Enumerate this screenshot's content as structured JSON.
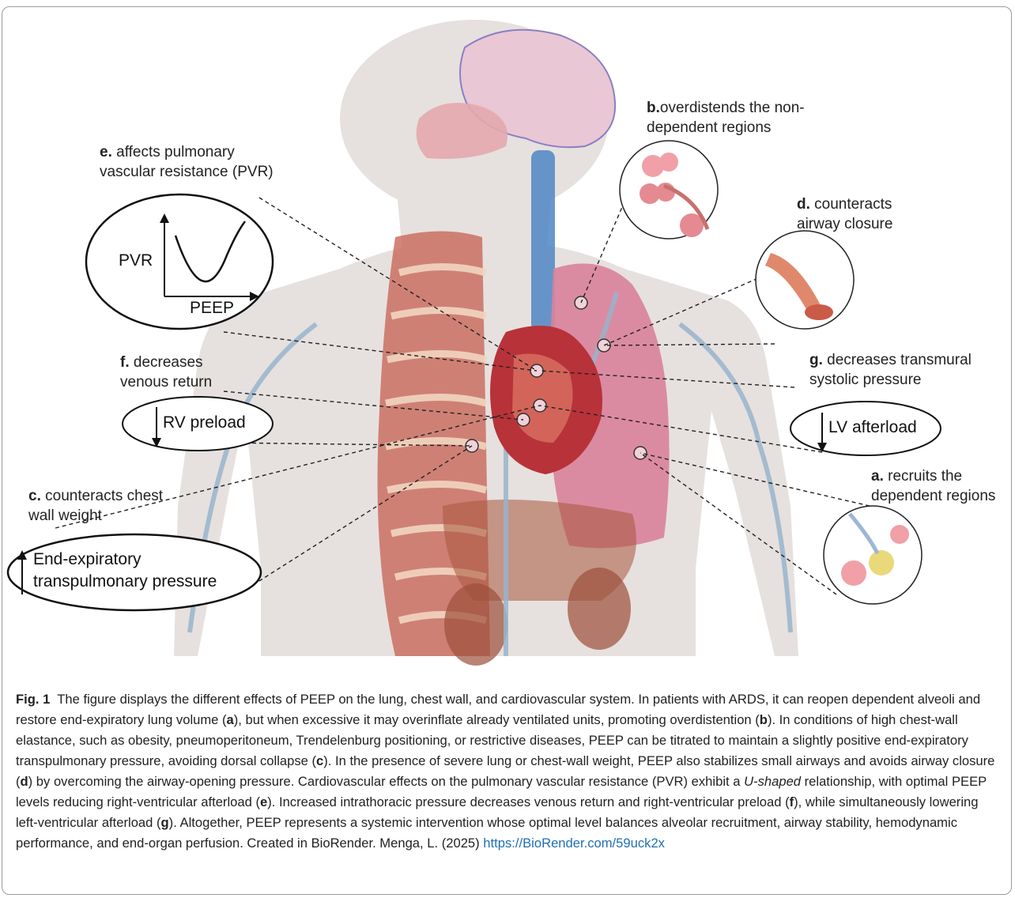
{
  "labels": {
    "e_letter": "e.",
    "e_text": "affects pulmonary",
    "e_text2": "vascular resistance (PVR)",
    "b_letter": "b.",
    "b_text": "overdistends the non-",
    "b_text2": "dependent regions",
    "d_letter": "d.",
    "d_text": "counteracts",
    "d_text2": "airway closure",
    "f_letter": "f.",
    "f_text": "decreases",
    "f_text2": "venous return",
    "g_letter": "g.",
    "g_text": "decreases transmural",
    "g_text2": "systolic pressure",
    "c_letter": "c.",
    "c_text": "counteracts chest",
    "c_text2": "wall weight",
    "a_letter": "a.",
    "a_text": "recruits the",
    "a_text2": "dependent regions"
  },
  "ovals": {
    "pvr_axis_y": "PVR",
    "pvr_axis_x": "PEEP",
    "rv": "RV preload",
    "lv": "LV afterload",
    "ee_line1": "End-expiratory",
    "ee_line2": "transpulmonary pressure"
  },
  "caption": {
    "fig": "Fig. 1",
    "p1": "The figure displays the different effects of PEEP on the lung, chest wall, and cardiovascular system. In patients with ARDS, it can reopen dependent alveoli and restore end-expiratory lung volume (",
    "ra": "a",
    "p2": "), but when excessive it may overinflate already ventilated units, promoting overdistention (",
    "rb": "b",
    "p3": "). In conditions of high chest-wall elastance, such as obesity, pneumoperitoneum, Trendelenburg positioning, or restrictive diseases, PEEP can be titrated to maintain a slightly positive end-expiratory transpulmonary pressure, avoiding dorsal collapse (",
    "rc": "c",
    "p4": "). In the presence of severe lung or chest-wall weight, PEEP also stabilizes small airways and avoids airway closure (",
    "rd": "d",
    "p5": ") by overcoming the airway-opening pressure. Cardiovascular effects on the pulmonary vascular resistance (PVR) exhibit a ",
    "ushape": "U-shaped",
    "p6": " relationship, with optimal PEEP levels reducing right-ventricular afterload (",
    "re": "e",
    "p7": "). Increased intrathoracic pressure decreases venous return and right-ventricular preload (",
    "rf": "f",
    "p8": "), while simultaneously lowering left-ventricular afterload (",
    "rg": "g",
    "p9": "). Altogether, PEEP represents a systemic intervention whose optimal level balances alveolar recruitment, airway stability, hemodynamic performance, and end-organ perfusion. Created in BioRender. Menga, L. (2025) ",
    "link": "https://BioRender.com/59uck2x"
  },
  "colors": {
    "body": "#e6e1de",
    "lung": "#d9829a",
    "rib": "#c96a5e",
    "vessel": "#98b4cc",
    "heart": "#b8323a",
    "border": "#9a9a9a",
    "link": "#1f6fb5"
  }
}
